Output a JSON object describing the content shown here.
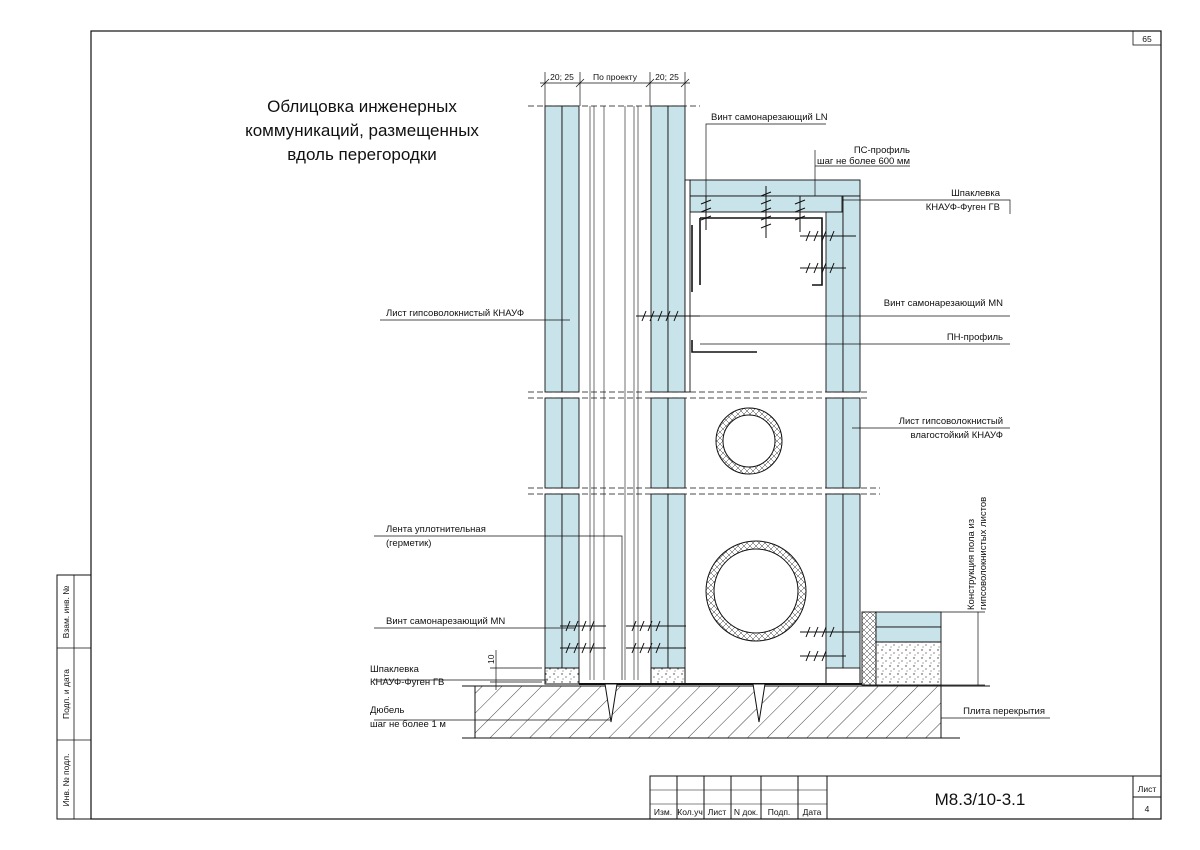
{
  "page_number": "65",
  "title": {
    "line1": "Облицовка инженерных",
    "line2": "коммуникаций, размещенных",
    "line3": "вдоль перегородки"
  },
  "dimensions": {
    "left": "20; 25",
    "middle": "По проекту",
    "right": "20; 25",
    "gap": "10"
  },
  "labels": {
    "screw_ln": "Винт самонарезающий LN",
    "ps_profile": "ПС-профиль",
    "ps_profile_step": "шаг не более 600 мм",
    "putty_top_1": "Шпаклевка",
    "putty_top_2": "КНАУФ-Фуген ГВ",
    "sheet_gvl": "Лист гипсоволокнистый  КНАУФ",
    "screw_mn_right": "Винт самонарезающий MN",
    "pn_profile": "ПН-профиль",
    "sheet_moist_1": "Лист гипсоволокнистый",
    "sheet_moist_2": "влагостойкий КНАУФ",
    "tape_1": "Лента уплотнительная",
    "tape_2": "(герметик)",
    "floor_constr_1": "Конструкция пола из",
    "floor_constr_2": "гипсоволокнистых листов",
    "screw_mn_left": "Винт самонарезающий MN",
    "putty_bottom_1": "Шпаклевка",
    "putty_bottom_2": "КНАУФ-Фуген ГВ",
    "dowel_1": "Дюбель",
    "dowel_2": "шаг не более 1 м",
    "slab": "Плита перекрытия"
  },
  "side_stamp": {
    "vzam": "Взам. инв. №",
    "podp": "Подп. и дата",
    "inv": "Инв. № подл."
  },
  "title_block": {
    "cols": [
      "Изм.",
      "Кол.уч",
      "Лист",
      "N док.",
      "Подп.",
      "Дата"
    ],
    "code": "М8.3/10-3.1",
    "sheet_label": "Лист",
    "sheet_number": "4"
  },
  "colors": {
    "board": "#c9e3ea",
    "line": "#111111"
  }
}
